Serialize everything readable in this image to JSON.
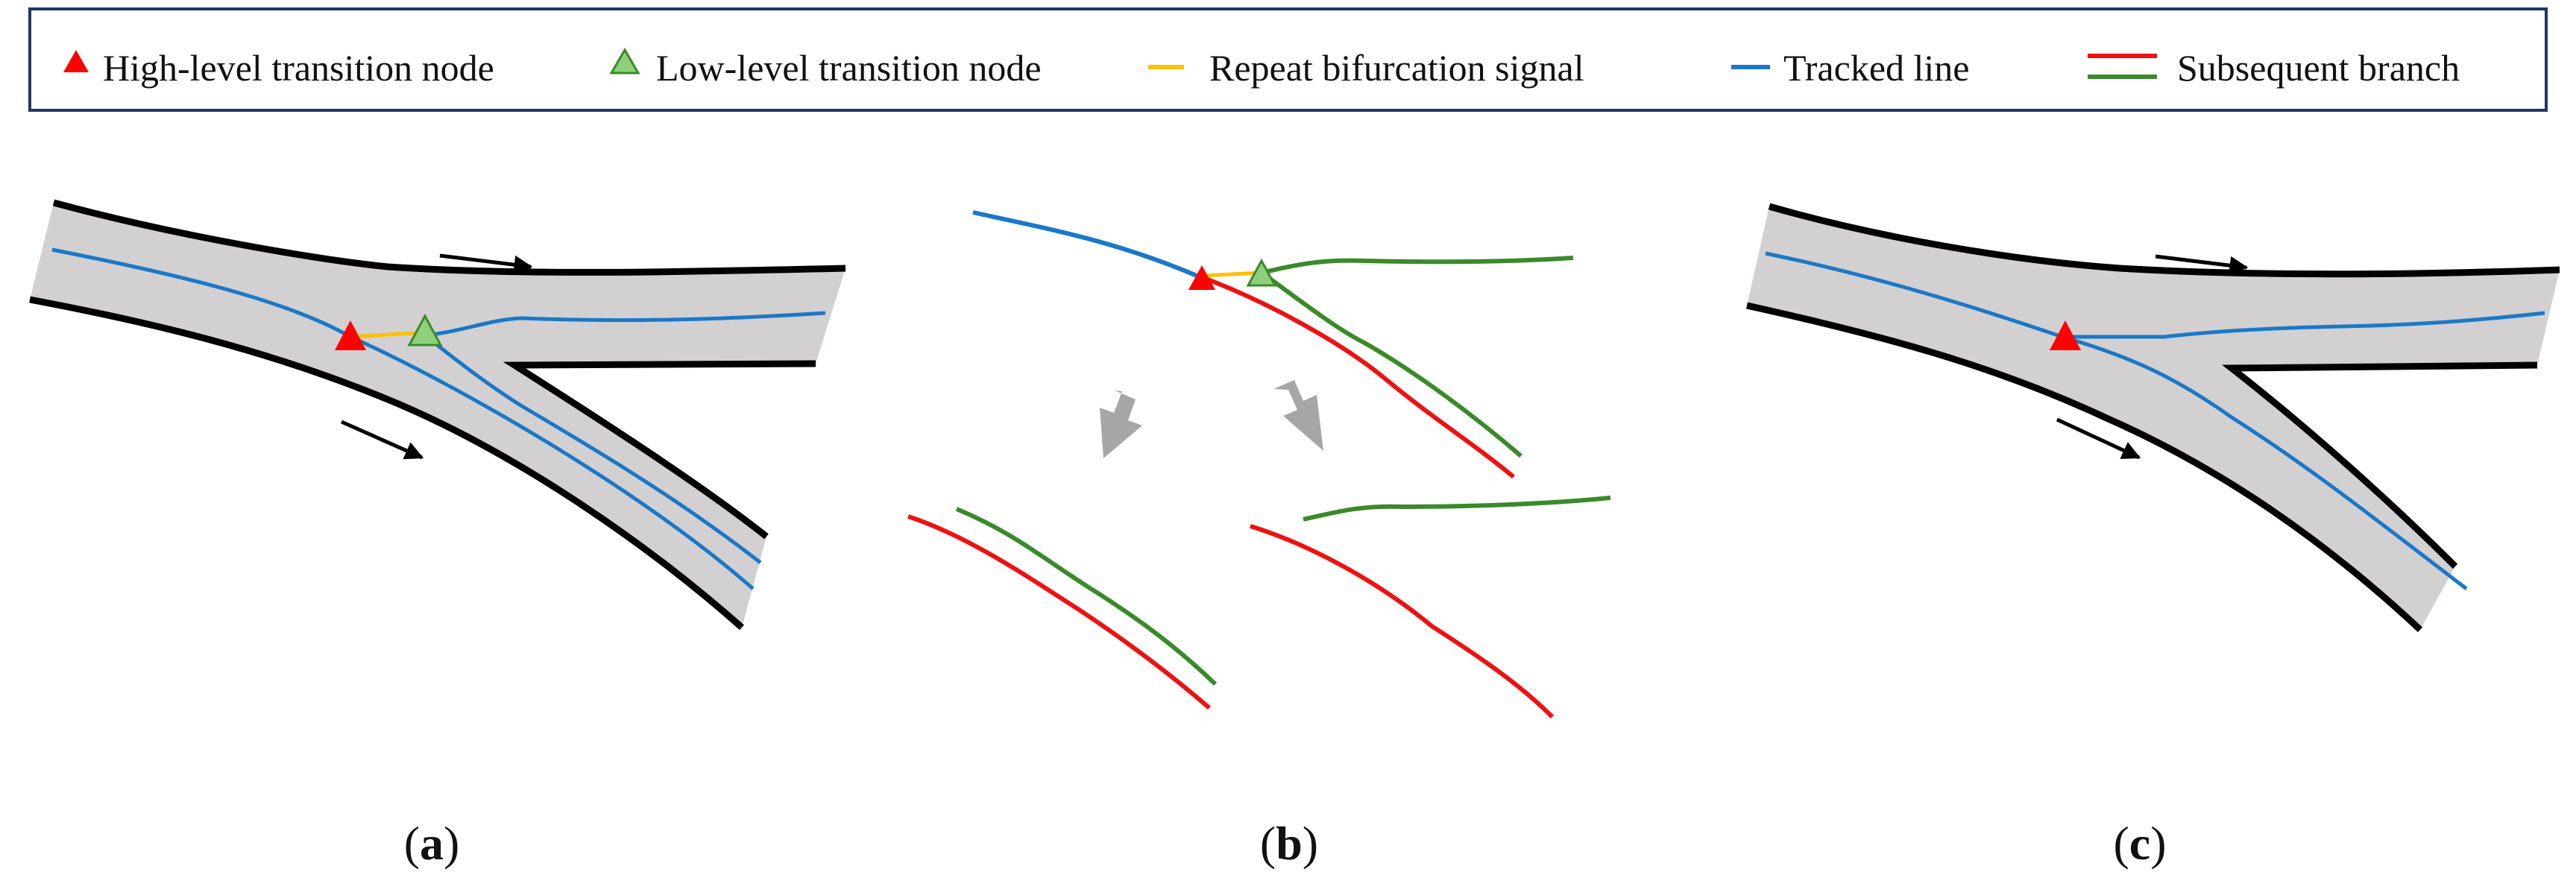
{
  "legend": {
    "high_node": "High-level transition node",
    "low_node": "Low-level transition node",
    "repeat_signal": "Repeat bifurcation signal",
    "tracked_line": "Tracked line",
    "subsequent_branch": "Subsequent branch"
  },
  "panels": {
    "a": {
      "open": "(",
      "letter": "a",
      "close": ")"
    },
    "b": {
      "open": "(",
      "letter": "b",
      "close": ")"
    },
    "c": {
      "open": "(",
      "letter": "c",
      "close": ")"
    }
  },
  "colors": {
    "high_node": "#ff0000",
    "low_node": "#8fd07a",
    "low_node_edge": "#3a8a2a",
    "repeat_signal": "#ffc000",
    "tracked_line": "#1a78c8",
    "branch_red": "#ee1111",
    "branch_green": "#3a8a2a",
    "road_fill": "#d2d0d0",
    "road_edge": "#000000",
    "gray_arrow": "#a6a6a6",
    "legend_border": "#1f3864"
  }
}
